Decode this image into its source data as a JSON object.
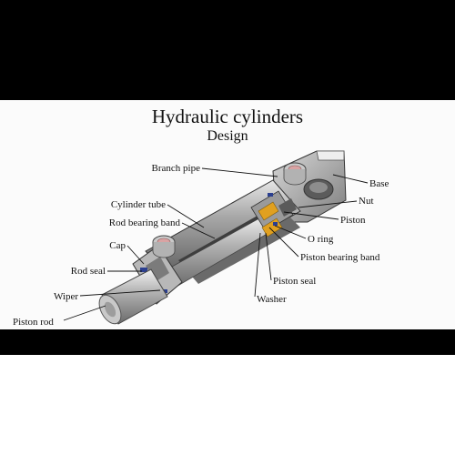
{
  "title": "Hydraulic cylinders",
  "subtitle": "Design",
  "labels": {
    "branch_pipe": "Branch pipe",
    "base": "Base",
    "nut": "Nut",
    "cylinder_tube": "Cylinder tube",
    "piston": "Piston",
    "rod_bearing_band": "Rod bearing band",
    "o_ring": "O ring",
    "cap": "Cap",
    "piston_bearing_band": "Piston bearing band",
    "rod_seal": "Rod seal",
    "piston_seal": "Piston seal",
    "wiper": "Wiper",
    "washer": "Washer",
    "piston_rod": "Piston rod"
  },
  "colors": {
    "frame": "#000000",
    "background": "#fbfbfb",
    "steel": "#8e8e8e",
    "steel_dark": "#4a4a4a",
    "steel_light": "#cfcfcf",
    "port": "#d9a3a3",
    "seal_blue": "#2b3f8f",
    "bearing_orange": "#e0a020"
  }
}
